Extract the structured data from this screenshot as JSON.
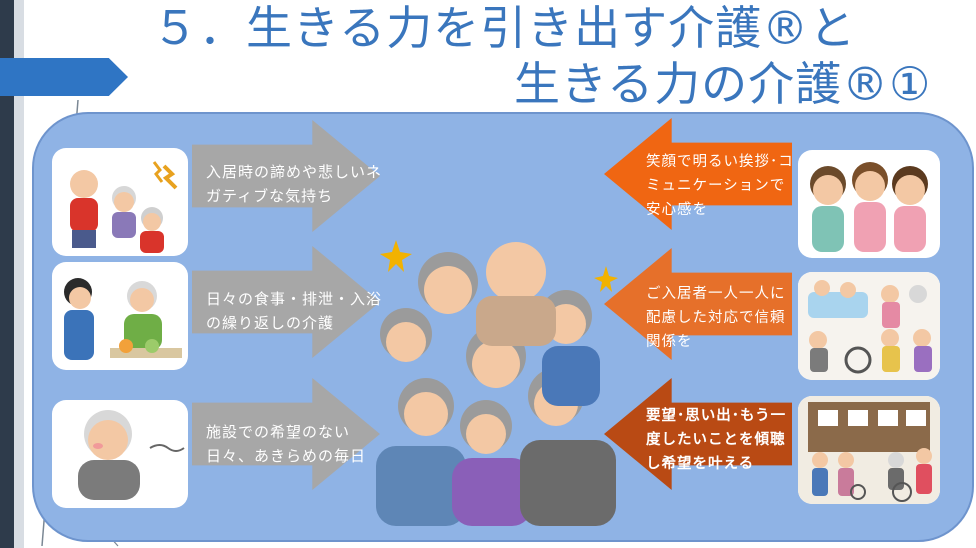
{
  "title": {
    "line1": "５．生きる力を引き出す介護®と",
    "line2": "生きる力の介護®①"
  },
  "left": [
    {
      "text": "入居時の諦めや悲しいネガティブな気持ち",
      "image": "distressed-elderly-illustration"
    },
    {
      "text": "日々の食事・排泄・入浴の繰り返しの介護",
      "image": "meal-assistance-illustration"
    },
    {
      "text": "施設での希望のない日々、あきらめの毎日",
      "image": "sighing-elderly-illustration"
    }
  ],
  "right": [
    {
      "text": "笑顔で明るい挨拶･コミュニケーションで安心感を",
      "image": "smiling-caregivers-illustration"
    },
    {
      "text": "ご入居者一人一人に配慮した対応で信頼関係を",
      "image": "care-activities-illustration"
    },
    {
      "text": "要望･思い出･もう一度したいことを傾聴し希望を叶える",
      "image": "outing-elderly-illustration"
    }
  ],
  "colors": {
    "title": "#3a76bd",
    "panel": "#8fb3e5",
    "arrow_gray": "#a7a7a7",
    "arrow_orange_1": "#f06612",
    "arrow_orange_2": "#e6702a",
    "arrow_orange_3": "#b94a14"
  }
}
